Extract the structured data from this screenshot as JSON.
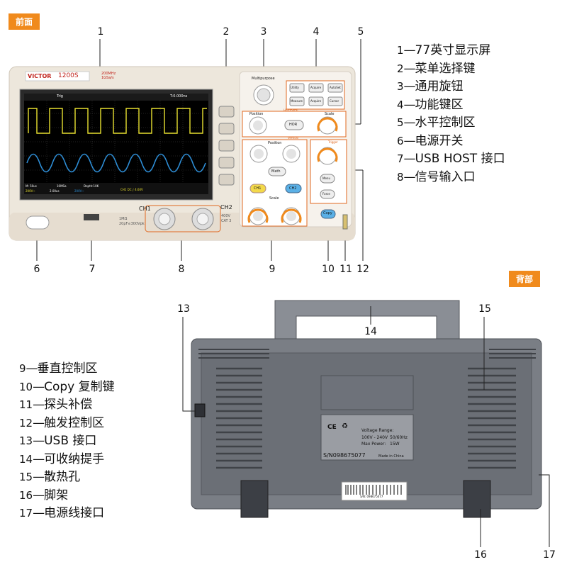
{
  "sections": {
    "front": "前面",
    "back": "背部"
  },
  "front_callouts": [
    "1",
    "2",
    "3",
    "4",
    "5",
    "6",
    "7",
    "8",
    "9",
    "10",
    "11",
    "12"
  ],
  "back_callouts": [
    "13",
    "14",
    "15",
    "16",
    "17"
  ],
  "legend_front": [
    {
      "n": "1",
      "label": "7英寸显示屏",
      "range_end": true
    },
    {
      "n": "2",
      "label": "菜单选择键"
    },
    {
      "n": "3",
      "label": "通用旋钮"
    },
    {
      "n": "4",
      "label": "功能键区"
    },
    {
      "n": "5",
      "label": "水平控制区"
    },
    {
      "n": "6",
      "label": "电源开关"
    },
    {
      "n": "7",
      "label": "USB HOST 接口"
    },
    {
      "n": "8",
      "label": "信号输入口"
    }
  ],
  "legend_back": [
    {
      "n": "9",
      "label": "垂直控制区"
    },
    {
      "n": "10",
      "label": "Copy 复制键"
    },
    {
      "n": "11",
      "label": "探头补偿"
    },
    {
      "n": "12",
      "label": "触发控制区"
    },
    {
      "n": "13",
      "label": "USB 接口"
    },
    {
      "n": "14",
      "label": "可收纳提手"
    },
    {
      "n": "15",
      "label": "散热孔"
    },
    {
      "n": "16",
      "label": "脚架"
    },
    {
      "n": "17",
      "label": "电源线接口"
    }
  ],
  "device": {
    "brand": "VICTOR",
    "model": "1200S",
    "spec_line1": "200MHz",
    "spec_line2": "1GSa/s",
    "multipurpose": "Multipurpose",
    "btn_utility": "Utility",
    "btn_acquire": "Acquire",
    "btn_autoset": "AutoSet",
    "btn_measure": "Measure",
    "btn_acquire2": "Acquire",
    "btn_cursor": "Cursor",
    "horizontal": "Horizontal",
    "position": "Position",
    "scale": "Scale",
    "btn_hor": "HOR",
    "vertical": "Vertical",
    "btn_math": "Math",
    "btn_ch1": "CH1",
    "btn_ch2": "CH2",
    "trigger": "Trigger",
    "btn_menu": "Menu",
    "btn_force": "Force",
    "btn_copy": "Copy",
    "ch1": "CH1",
    "ch2": "CH2",
    "input_rating": "1MΩ 20pF≤300Vpk",
    "cat": "400V CAT 3",
    "screen_trig": "Trig",
    "screen_time": "T:0.000ns",
    "screen_m": "M: 50us",
    "screen_rate": "10MSa",
    "screen_depth": "Depth:10K",
    "screen_ch1": "200V~",
    "screen_ch2": "200V~",
    "screen_tl": "2.00us",
    "screen_trig_level": "CH1 DC ∫ 4.60V"
  },
  "rear": {
    "voltage_range": "Voltage Range:",
    "voltage": "100V - 240V",
    "freq": "50/60Hz",
    "power": "Max Power:",
    "power_val": "15W",
    "sn": "S/N098675077",
    "made_in": "Made in China",
    "sn_label": "S/N: 098675077",
    "ce": "CE",
    "weee": "♻"
  }
}
